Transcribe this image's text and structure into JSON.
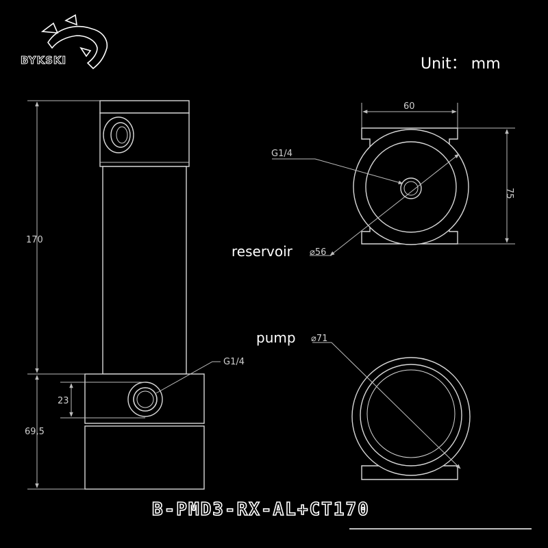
{
  "logo": {
    "text": "BYKSKI",
    "icon": "dragon-head-icon"
  },
  "unit_label": "Unit： mm",
  "model": "B-PMD3-RX-AL+CT170",
  "side_view": {
    "height_total": "170",
    "pump_height": "69,5",
    "port_height": "23",
    "port_label": "G1/4"
  },
  "reservoir_view": {
    "label": "reservoir",
    "width": "60",
    "height": "75",
    "diameter": "⌀56",
    "port_label": "G1/4"
  },
  "pump_view": {
    "label": "pump",
    "diameter": "⌀71"
  }
}
